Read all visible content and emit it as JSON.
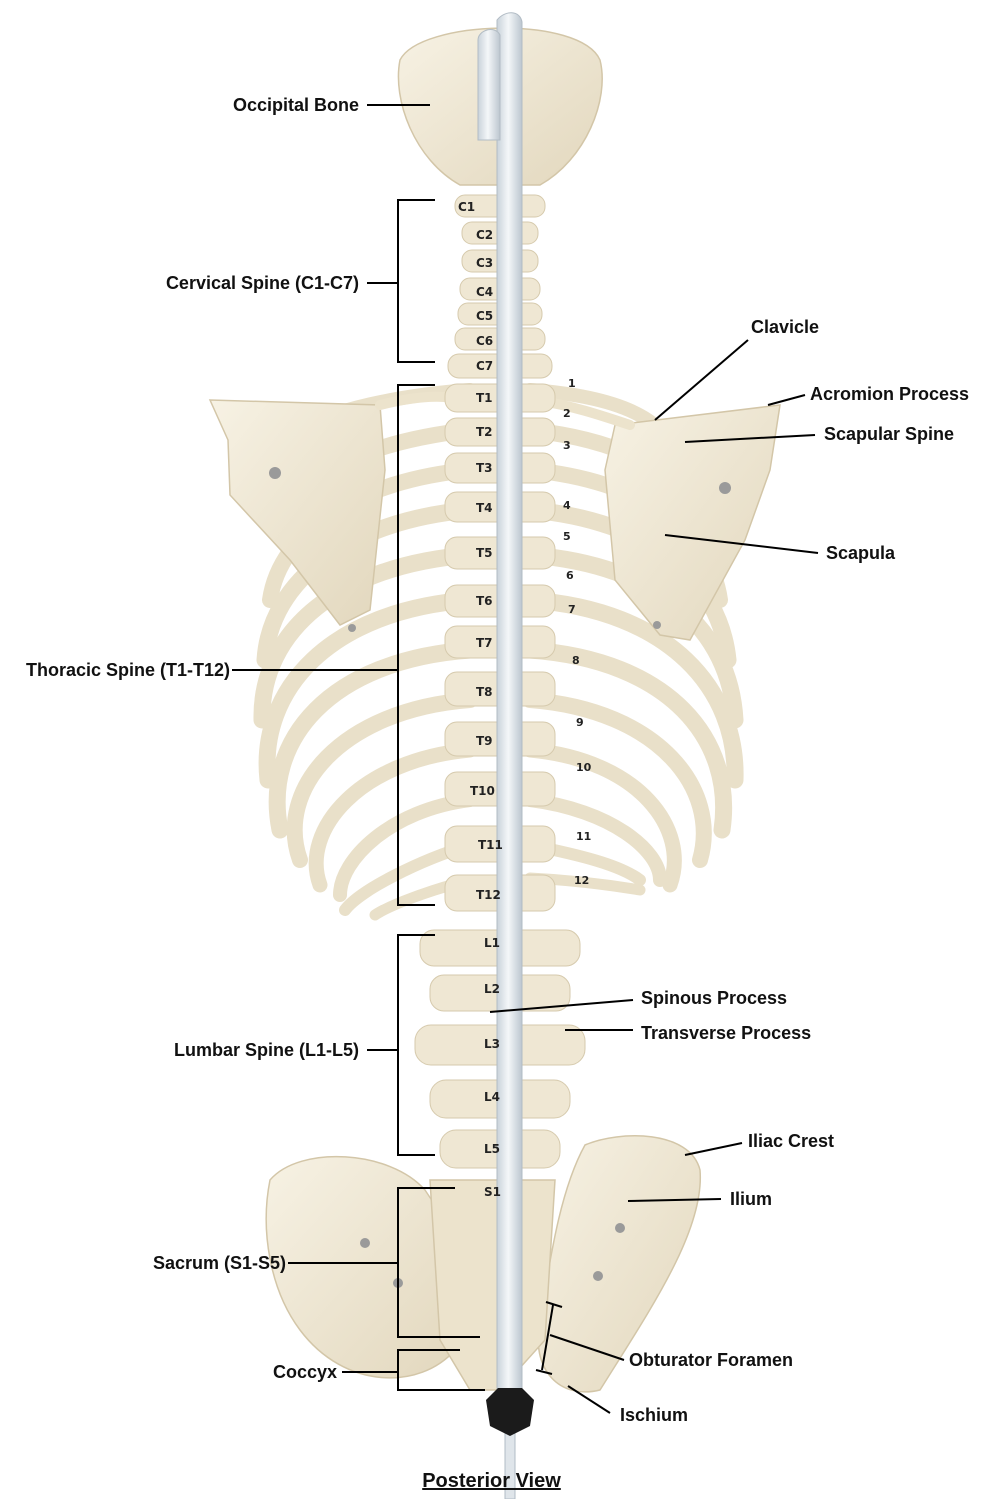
{
  "labels": {
    "occipital_bone": "Occipital Bone",
    "cervical_spine": "Cervical Spine (C1-C7)",
    "thoracic_spine": "Thoracic Spine (T1-T12)",
    "lumbar_spine": "Lumbar Spine (L1-L5)",
    "sacrum": "Sacrum (S1-S5)",
    "coccyx": "Coccyx",
    "clavicle": "Clavicle",
    "acromion_process": "Acromion Process",
    "scapular_spine": "Scapular Spine",
    "scapula": "Scapula",
    "spinous_process": "Spinous Process",
    "transverse_process": "Transverse Process",
    "iliac_crest": "Iliac Crest",
    "ilium": "Ilium",
    "obturator_foramen": "Obturator Foramen",
    "ischium": "Ischium"
  },
  "vertebrae": {
    "c1": "C1",
    "c2": "C2",
    "c3": "C3",
    "c4": "C4",
    "c5": "C5",
    "c6": "C6",
    "c7": "C7",
    "t1": "T1",
    "t2": "T2",
    "t3": "T3",
    "t4": "T4",
    "t5": "T5",
    "t6": "T6",
    "t7": "T7",
    "t8": "T8",
    "t9": "T9",
    "t10": "T10",
    "t11": "T11",
    "t12": "T12",
    "l1": "L1",
    "l2": "L2",
    "l3": "L3",
    "l4": "L4",
    "l5": "L5",
    "s1": "S1"
  },
  "ribs": [
    "1",
    "2",
    "3",
    "4",
    "5",
    "6",
    "7",
    "8",
    "9",
    "10",
    "11",
    "12"
  ],
  "caption": "Posterior View",
  "colors": {
    "bone": "#f1ead8",
    "bone_shade": "#d8cdb2",
    "rod": "#e3e9ee",
    "line": "#000000"
  }
}
